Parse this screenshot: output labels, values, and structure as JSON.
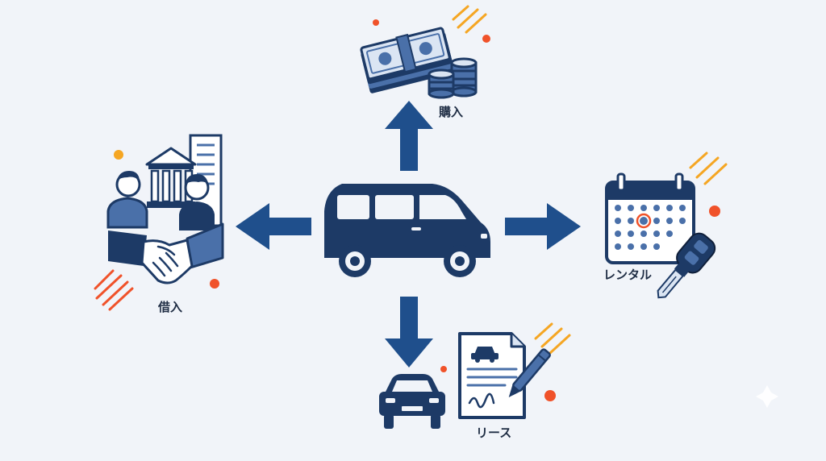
{
  "labels": {
    "purchase": "購入",
    "rental": "レンタル",
    "lease": "リース",
    "borrow": "借入"
  },
  "colors": {
    "navy": "#1d3a66",
    "arrow": "#1f4f8c",
    "mid_blue": "#4a70a9",
    "light_blue": "#dbe5f3",
    "orange": "#f0522a",
    "amber": "#f5a623",
    "background": "#f1f4f9"
  },
  "icons": {
    "center": "van-icon",
    "purchase": "cash-and-coins-icon",
    "rental": "calendar-and-car-key-icon",
    "lease": "car-and-contract-icon",
    "borrow": "handshake-and-bank-icon"
  }
}
